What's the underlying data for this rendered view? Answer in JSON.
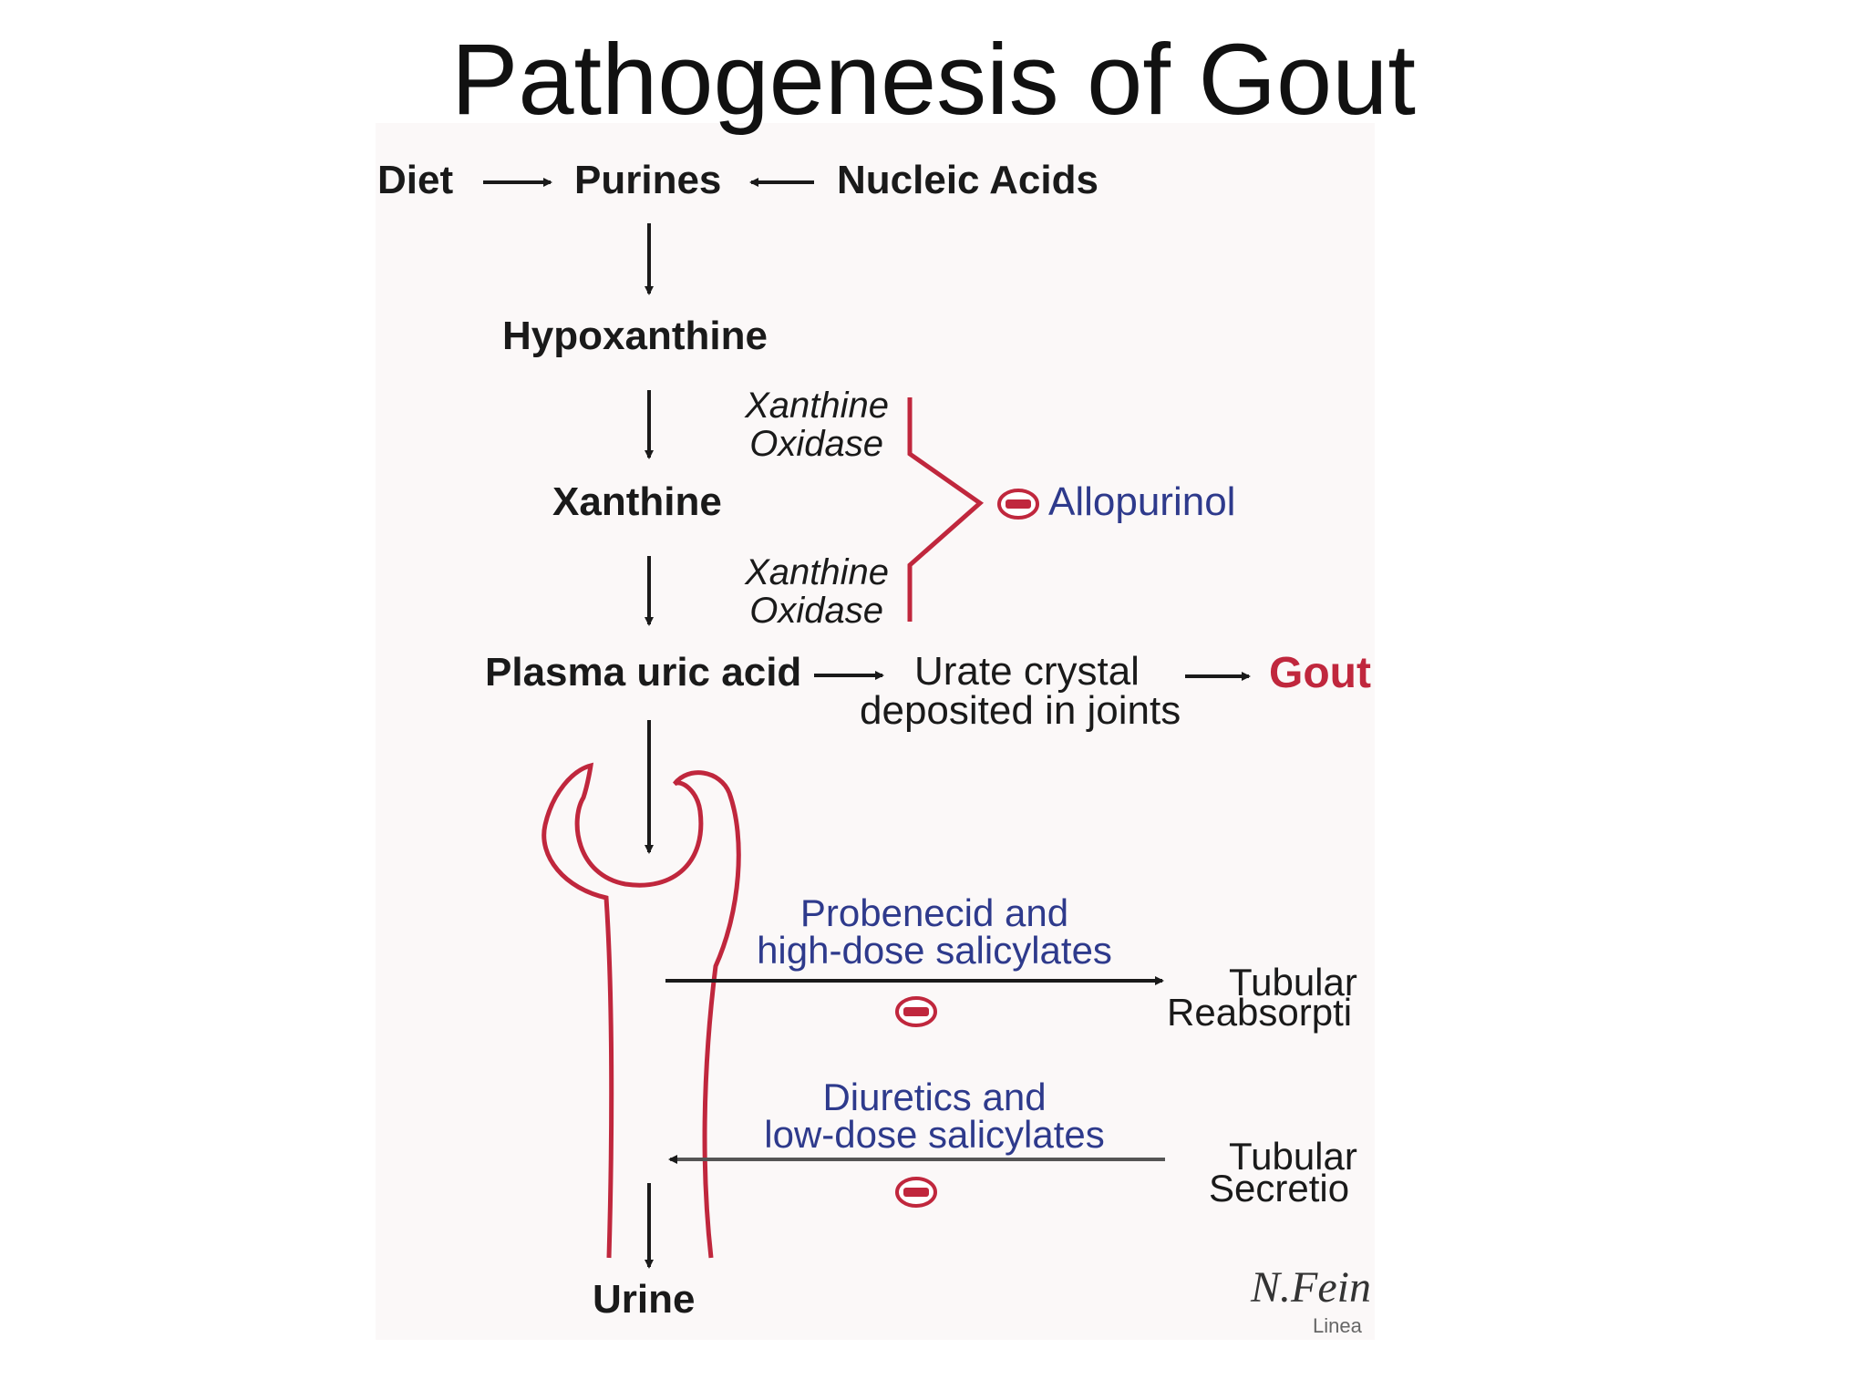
{
  "slide": {
    "title": "Pathogenesis of Gout"
  },
  "diagram": {
    "nodes": {
      "diet": "Diet",
      "purines": "Purines",
      "nucleic_acids": "Nucleic Acids",
      "hypoxanthine": "Hypoxanthine",
      "xanthine": "Xanthine",
      "plasma_uric_acid": "Plasma uric acid",
      "urate_crystal_line1": "Urate crystal",
      "urate_crystal_line2": "deposited in joints",
      "gout": "Gout",
      "urine": "Urine"
    },
    "enzymes": {
      "xo1_line1": "Xanthine",
      "xo1_line2": "Oxidase",
      "xo2_line1": "Xanthine",
      "xo2_line2": "Oxidase"
    },
    "drugs": {
      "allopurinol": "Allopurinol",
      "probenecid_line1": "Probenecid and",
      "probenecid_line2": "high-dose salicylates",
      "diuretics_line1": "Diuretics and",
      "diuretics_line2": "low-dose salicylates"
    },
    "processes": {
      "reabsorption_line1": "Tubular",
      "reabsorption_line2": "Reabsorpti",
      "secretion_line1": "Tubular",
      "secretion_line2": "Secretio"
    },
    "signature": {
      "line1": "N.Fein",
      "line2": "Linea"
    },
    "colors": {
      "text": "#1a1a1a",
      "drug_blue": "#2e3a8c",
      "kidney_red": "#c0273d",
      "panel_background": "#fbf8f8"
    }
  }
}
